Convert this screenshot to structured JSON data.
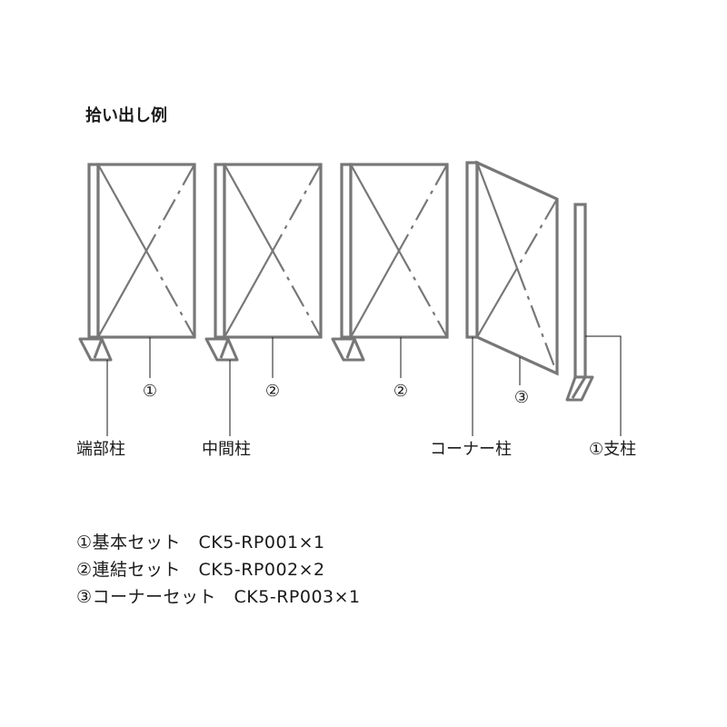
{
  "title": "拾い出し例",
  "labels": {
    "end_post": "端部柱",
    "middle_post": "中間柱",
    "corner_post": "コーナー柱",
    "support_post": "①支柱"
  },
  "panel_numbers": {
    "panel1": "①",
    "panel2": "②",
    "panel3": "②",
    "panel4": "③"
  },
  "parts_list": [
    "①基本セット　CK5-RP001×1",
    "②連結セット　CK5-RP002×2",
    "③コーナーセット　CK5-RP003×1"
  ],
  "colors": {
    "line": "#777777",
    "text": "#1a1a1a"
  }
}
